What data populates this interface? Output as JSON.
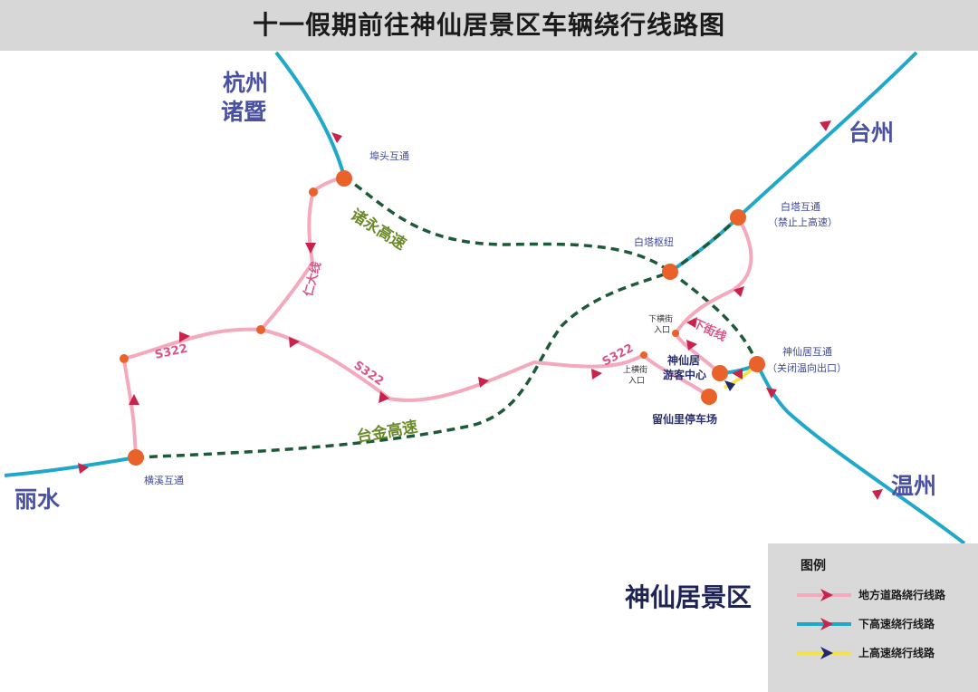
{
  "title": "十一假期前往神仙居景区车辆绕行线路图",
  "cities": {
    "hangzhou": "杭州",
    "zhuji": "诸暨",
    "taizhou": "台州",
    "lishui": "丽水",
    "wenzhou": "温州"
  },
  "nodes": {
    "futou": "埠头互通",
    "baita_interchange": "白塔互通",
    "baita_note": "（禁止上高速）",
    "baita_hub": "白塔枢纽",
    "shenxianju_interchange": "神仙居互通",
    "shenxianju_note": "（关闭温向出口）",
    "visitor_center_1": "神仙居",
    "visitor_center_2": "游客中心",
    "liuxianli_parking": "留仙里停车场",
    "hengxi_interchange": "横溪互通",
    "xiahengjie_1": "下横街",
    "xiahengjie_2": "入口",
    "shanghengjie_1": "上横街",
    "shanghengjie_2": "入口"
  },
  "roads": {
    "s322_a": "S322",
    "s322_b": "S322",
    "s322_c": "S322",
    "renda": "仁大线",
    "xiajie": "下街线"
  },
  "highways": {
    "zhuyong": "诸永高速",
    "taijin": "台金高速"
  },
  "scenic_area": "神仙居景区",
  "legend": {
    "title": "图例",
    "items": [
      {
        "label": "地方道路绕行线路",
        "color": "#f4a9bd",
        "arrow": "#c8234a"
      },
      {
        "label": "下高速绕行线路",
        "color": "#1fa8c9",
        "arrow": "#c8234a"
      },
      {
        "label": "上高速绕行线路",
        "color": "#f5e14a",
        "arrow": "#1f2a6e"
      }
    ]
  },
  "colors": {
    "highway_dashed": "#1d5a3a",
    "node": "#e8622a",
    "expressway": "#1fa8c9",
    "local_road": "#f4a9bd",
    "arrow": "#c8234a"
  }
}
